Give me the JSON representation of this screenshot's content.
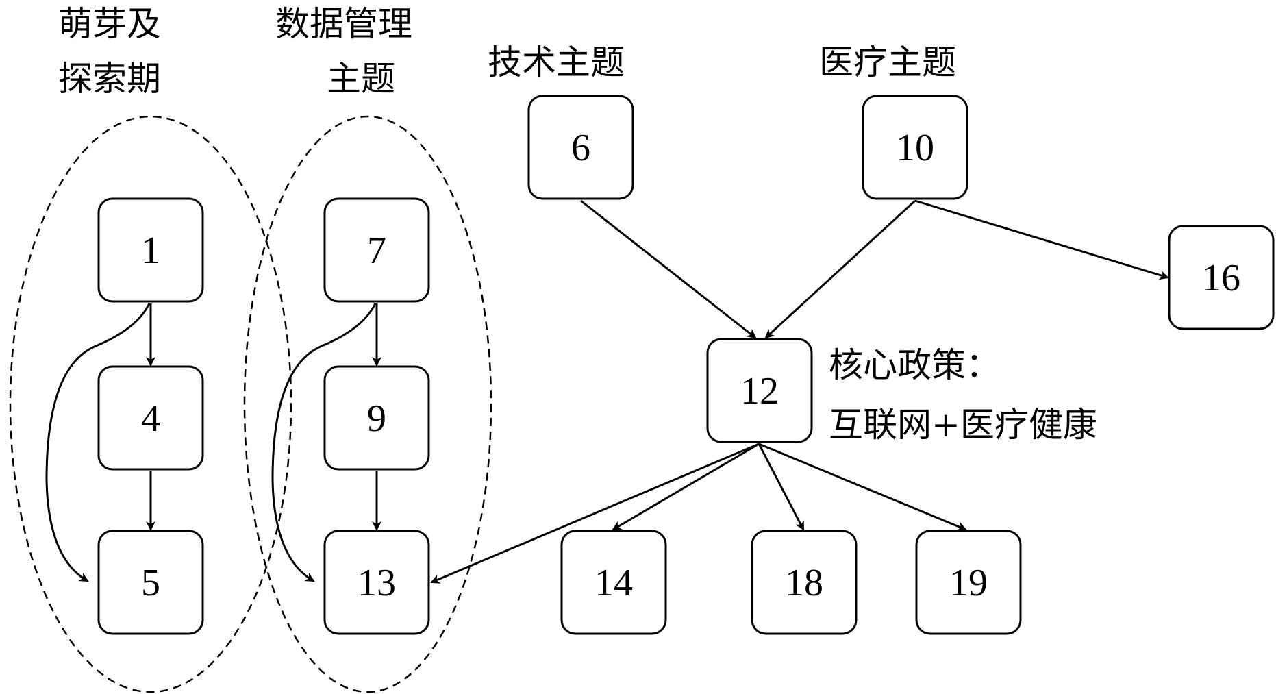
{
  "groups": {
    "g1": {
      "label_line1": "萌芽及",
      "label_line2": "探索期"
    },
    "g2": {
      "label_line1": "数据管理",
      "label_line2": "主题"
    }
  },
  "topics": {
    "tech": "技术主题",
    "medical": "医疗主题"
  },
  "policy": {
    "line1": "核心政策：",
    "line2": "互联网+医疗健康"
  },
  "nodes": {
    "n1": "1",
    "n4": "4",
    "n5": "5",
    "n7": "7",
    "n9": "9",
    "n13": "13",
    "n6": "6",
    "n10": "10",
    "n12": "12",
    "n16": "16",
    "n14": "14",
    "n18": "18",
    "n19": "19"
  },
  "edges": [
    [
      "n1",
      "n4"
    ],
    [
      "n4",
      "n5"
    ],
    [
      "n1",
      "n5"
    ],
    [
      "n7",
      "n9"
    ],
    [
      "n9",
      "n13"
    ],
    [
      "n7",
      "n13"
    ],
    [
      "n6",
      "n12"
    ],
    [
      "n10",
      "n12"
    ],
    [
      "n10",
      "n16"
    ],
    [
      "n12",
      "n13"
    ],
    [
      "n12",
      "n14"
    ],
    [
      "n12",
      "n18"
    ],
    [
      "n12",
      "n19"
    ]
  ]
}
